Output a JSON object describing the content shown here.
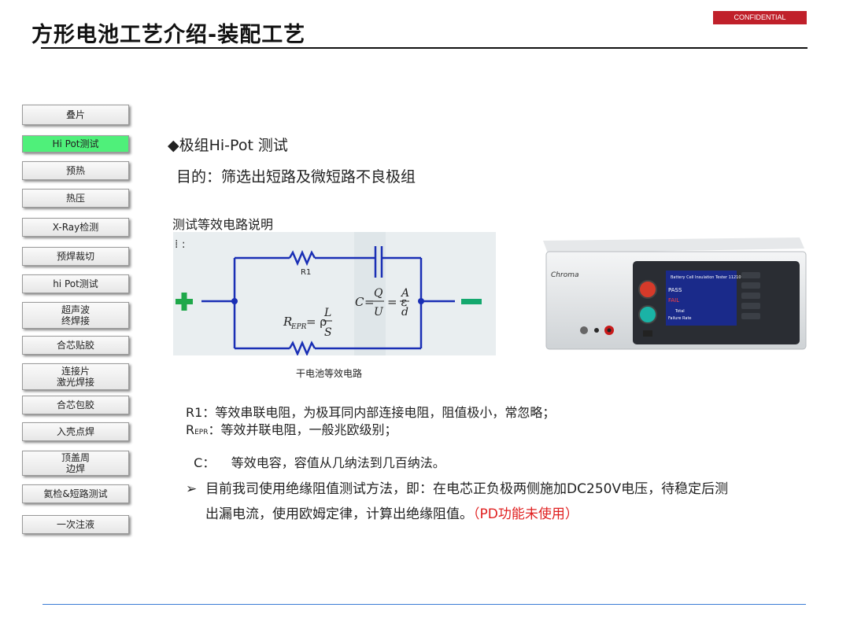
{
  "header": {
    "title": "方形电池工艺介绍-装配工艺",
    "confidential": "CONFIDENTIAL"
  },
  "sidebar": {
    "items": [
      {
        "label": "叠片"
      },
      {
        "label": "Hi Pot测试",
        "active": true
      },
      {
        "label": "预热"
      },
      {
        "label": "热压"
      },
      {
        "label": "X-Ray检测"
      },
      {
        "label": "预焊裁切"
      },
      {
        "label": "hi Pot测试"
      },
      {
        "label": "超声波\n终焊接"
      },
      {
        "label": "合芯贴胶"
      },
      {
        "label": "连接片\n激光焊接"
      },
      {
        "label": "合芯包胶"
      },
      {
        "label": "入壳点焊"
      },
      {
        "label": "顶盖周\n边焊"
      },
      {
        "label": "氦检&短路测试"
      },
      {
        "label": "一次注液"
      }
    ],
    "active_color": "#4ff07a"
  },
  "main": {
    "bullet_title": "◆极组Hi-Pot 测试",
    "purpose": "目的：筛选出短路及微短路不良极组",
    "circuit_title": "测试等效电路说明",
    "circuit": {
      "r1_label": "R1",
      "formula_c": "C = Q/U = ε A/d",
      "formula_r": "R_EPR = ρ L/S",
      "plus_color": "#1fa84a",
      "minus_color": "#14a86e",
      "wire_color": "#1a2fb5"
    },
    "circuit_caption": "干电池等效电路",
    "device": {
      "brand": "Chroma",
      "screen_title": "Battery Cell Insulation Tester 11210",
      "status_pass": "PASS",
      "status_fail": "FAIL",
      "total": "Total",
      "failure_rate": "Failure Rate"
    },
    "descriptions": [
      {
        "lead": "R1：",
        "text": "等效串联电阻，为极耳同内部连接电阻，阻值极小，常忽略；"
      },
      {
        "lead": "R",
        "sub": "EPR",
        "lead_tail": "：",
        "text": "等效并联电阻，一般兆欧级别；"
      },
      {
        "lead": "C：",
        "text": "    等效电容，容值从几纳法到几百纳法。"
      }
    ],
    "note_marker": "➢",
    "note_line1": "目前我司使用绝缘阻值测试方法，即：在电芯正负极两侧施加DC250V电压，待稳定后测",
    "note_line2": "出漏电流，使用欧姆定律，计算出绝缘阻值。",
    "note_red": "（PD功能未使用）"
  }
}
